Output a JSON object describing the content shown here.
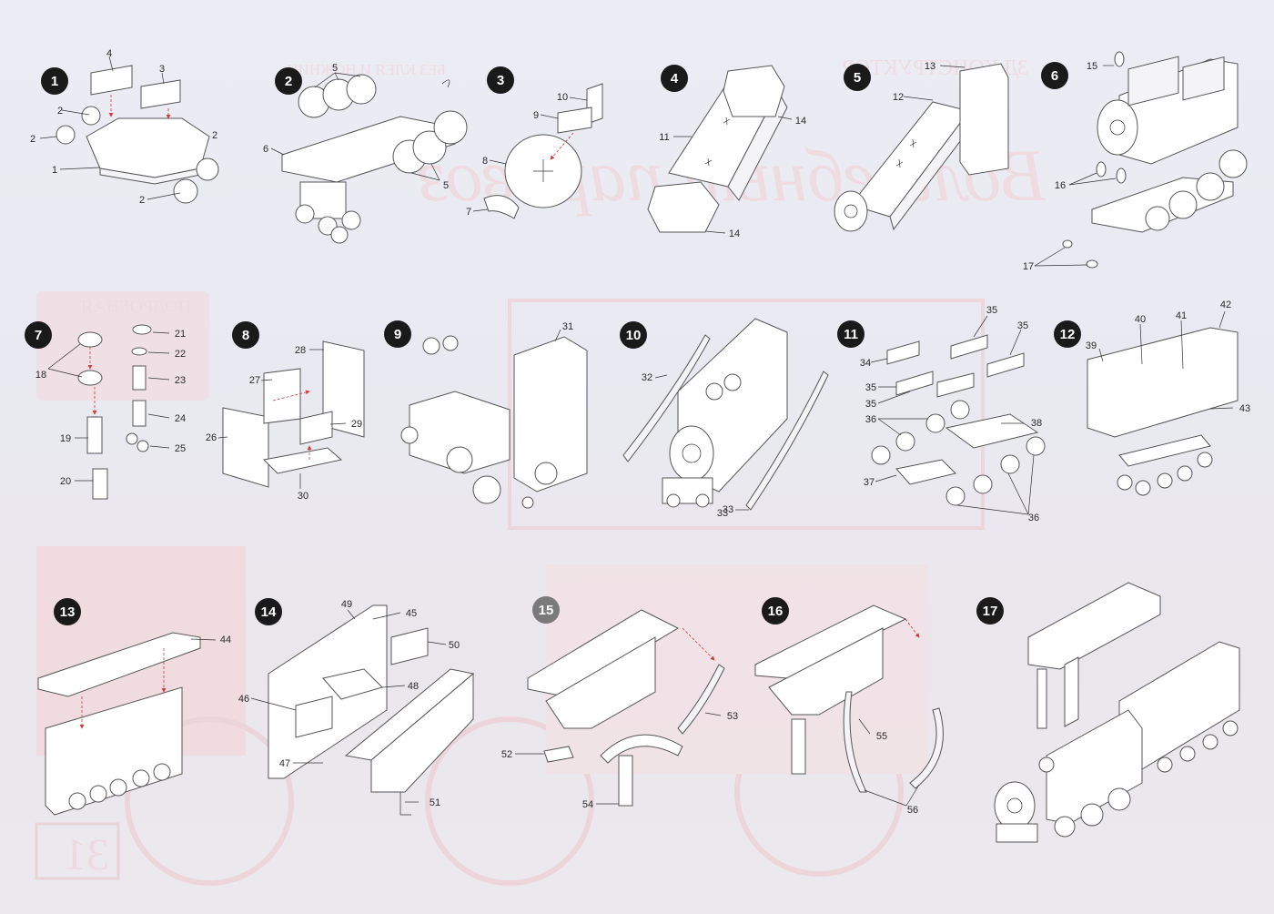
{
  "colors": {
    "background": "#e9eaf1",
    "badge": "#1a1a1a",
    "badge_gray": "#7a7a7a",
    "arrow": "#d23b3b",
    "line": "#555555"
  },
  "background_print": {
    "header_mirrored": "ЗД КОНСТРУКТОР",
    "sub_mirrored": "БЕЗ КЛЕЯ И НОЖНИЦ",
    "big_title_mirrored": "Волшебный паровоз",
    "side_mirrored": "ПОДРОБНАЯ",
    "page_number_mirrored": "31"
  },
  "steps": [
    {
      "num": "1",
      "labels": [
        {
          "t": "4"
        },
        {
          "t": "3"
        },
        {
          "t": "2"
        },
        {
          "t": "2"
        },
        {
          "t": "2"
        },
        {
          "t": "1"
        },
        {
          "t": "2"
        }
      ]
    },
    {
      "num": "2",
      "labels": [
        {
          "t": "5"
        },
        {
          "t": "6"
        },
        {
          "t": "5"
        }
      ]
    },
    {
      "num": "3",
      "labels": [
        {
          "t": "10"
        },
        {
          "t": "9"
        },
        {
          "t": "8"
        },
        {
          "t": "7"
        }
      ]
    },
    {
      "num": "4",
      "labels": [
        {
          "t": "14"
        },
        {
          "t": "11"
        },
        {
          "t": "14"
        }
      ]
    },
    {
      "num": "5",
      "labels": [
        {
          "t": "13"
        },
        {
          "t": "12"
        }
      ]
    },
    {
      "num": "6",
      "labels": [
        {
          "t": "15"
        },
        {
          "t": "16"
        },
        {
          "t": "17"
        }
      ]
    },
    {
      "num": "7",
      "labels": [
        {
          "t": "21"
        },
        {
          "t": "18"
        },
        {
          "t": "22"
        },
        {
          "t": "23"
        },
        {
          "t": "24"
        },
        {
          "t": "19"
        },
        {
          "t": "25"
        },
        {
          "t": "20"
        }
      ]
    },
    {
      "num": "8",
      "labels": [
        {
          "t": "28"
        },
        {
          "t": "27"
        },
        {
          "t": "29"
        },
        {
          "t": "26"
        },
        {
          "t": "30"
        }
      ]
    },
    {
      "num": "9",
      "labels": [
        {
          "t": "31"
        }
      ]
    },
    {
      "num": "10",
      "labels": [
        {
          "t": "32"
        },
        {
          "t": "33"
        },
        {
          "t": "33"
        }
      ]
    },
    {
      "num": "11",
      "labels": [
        {
          "t": "35"
        },
        {
          "t": "35"
        },
        {
          "t": "34"
        },
        {
          "t": "35"
        },
        {
          "t": "35"
        },
        {
          "t": "36"
        },
        {
          "t": "38"
        },
        {
          "t": "37"
        },
        {
          "t": "36"
        }
      ]
    },
    {
      "num": "12",
      "labels": [
        {
          "t": "42"
        },
        {
          "t": "40"
        },
        {
          "t": "41"
        },
        {
          "t": "39"
        },
        {
          "t": "43"
        }
      ]
    },
    {
      "num": "13",
      "labels": [
        {
          "t": "44"
        }
      ]
    },
    {
      "num": "14",
      "labels": [
        {
          "t": "49"
        },
        {
          "t": "45"
        },
        {
          "t": "50"
        },
        {
          "t": "48"
        },
        {
          "t": "46"
        },
        {
          "t": "47"
        },
        {
          "t": "51"
        }
      ]
    },
    {
      "num": "15",
      "labels": [
        {
          "t": "53"
        },
        {
          "t": "52"
        },
        {
          "t": "54"
        }
      ]
    },
    {
      "num": "16",
      "labels": [
        {
          "t": "55"
        },
        {
          "t": "56"
        }
      ]
    },
    {
      "num": "17",
      "labels": []
    }
  ]
}
